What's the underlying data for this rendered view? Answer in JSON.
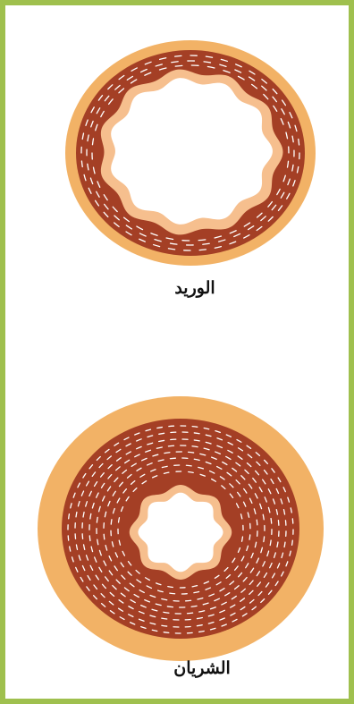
{
  "labels": {
    "vein": "الوريد",
    "artery": "الشريان"
  },
  "colors": {
    "frame_border": "#9fc04e",
    "outer_layer": "#f2b266",
    "middle_layer": "#a43f25",
    "inner_lining": "#f6bf8e",
    "lumen": "#ffffff",
    "fiber_lines": "#ffffff"
  },
  "diagram": {
    "type": "blood-vessel-cross-sections",
    "items": [
      "vein",
      "artery"
    ]
  }
}
